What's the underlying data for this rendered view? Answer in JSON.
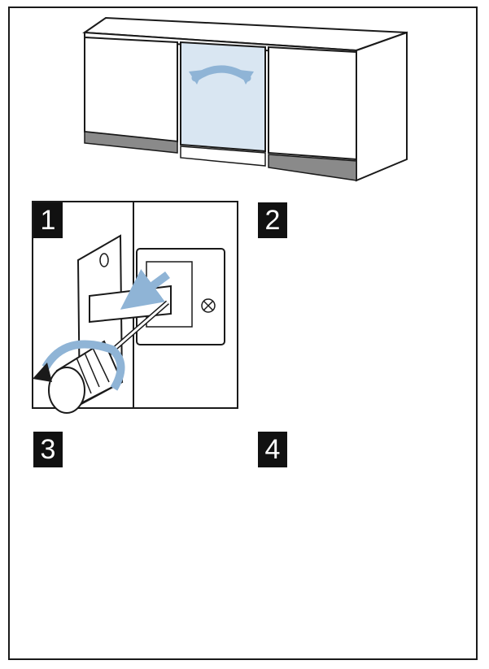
{
  "steps": [
    {
      "number": "1"
    },
    {
      "number": "2"
    },
    {
      "number": "3"
    },
    {
      "number": "4"
    }
  ],
  "colors": {
    "line": "#1a1a1a",
    "arrow_blue": "#8fb4d6",
    "door_tint": "#d9e6f2",
    "plinth": "#8a8a8a",
    "badge": "#111111"
  }
}
